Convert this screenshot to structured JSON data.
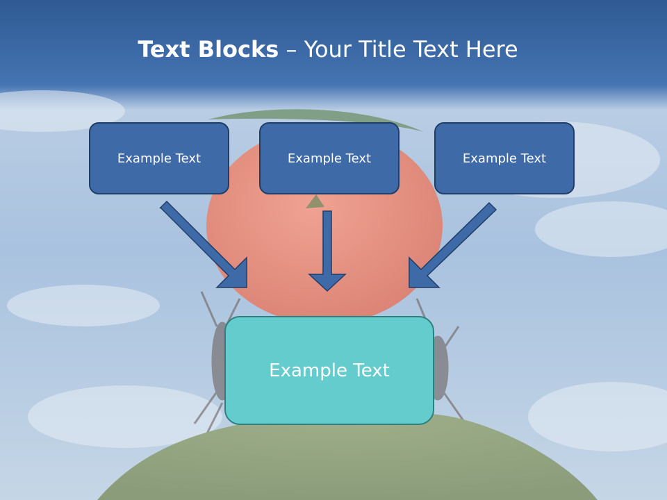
{
  "title": {
    "bold": "Text Blocks",
    "separator": " – ",
    "rest": "Your Title Text Here"
  },
  "blocks": {
    "left": "Example Text",
    "center": "Example Text",
    "right": "Example Text",
    "main": "Example Text"
  },
  "colors": {
    "header_blue": "#3d6aa9",
    "block_fill": "#3f6aa8",
    "block_border": "#1f3d66",
    "main_fill": "#64cccc",
    "main_border": "#2b8080",
    "arrow_fill": "#3f6aa8"
  },
  "background": {
    "description_icons": [
      "tomato",
      "ants",
      "moss-hill",
      "clouds"
    ]
  }
}
